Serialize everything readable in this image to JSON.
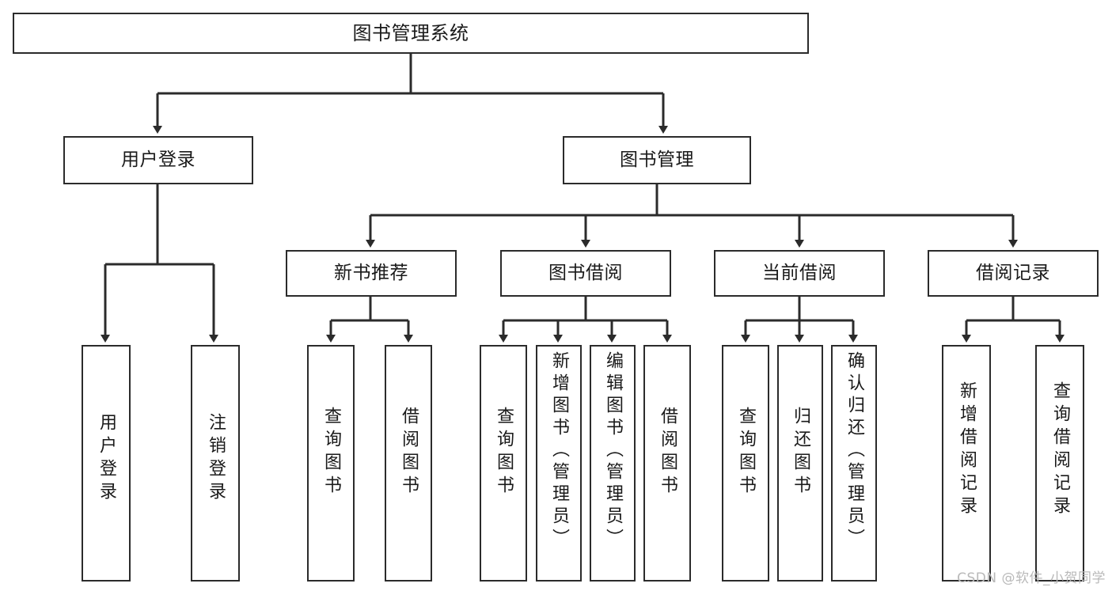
{
  "diagram": {
    "title": "图书管理系统",
    "type": "tree",
    "watermark": "CSDN @软件_小贺同学",
    "line_color": "#2b2b2b",
    "box_fill": "#ffffff",
    "text_color": "#1a1a1a",
    "watermark_color": "#b9b9b9"
  },
  "nodes": {
    "root": {
      "label": "图书管理系统"
    },
    "level2": [
      {
        "label": "用户登录"
      },
      {
        "label": "图书管理"
      }
    ],
    "level3": [
      {
        "label": "新书推荐"
      },
      {
        "label": "图书借阅"
      },
      {
        "label": "当前借阅"
      },
      {
        "label": "借阅记录"
      }
    ],
    "leaves": {
      "user_login": [
        {
          "label": "用户登录"
        },
        {
          "label": "注销登录"
        }
      ],
      "new_book": [
        {
          "label": "查询图书"
        },
        {
          "label": "借阅图书"
        }
      ],
      "book_borrow": [
        {
          "label": "查询图书"
        },
        {
          "label": "新增图书（管理员）"
        },
        {
          "label": "编辑图书（管理员）"
        },
        {
          "label": "借阅图书"
        }
      ],
      "current_borrow": [
        {
          "label": "查询图书"
        },
        {
          "label": "归还图书"
        },
        {
          "label": "确认归还（管理员）"
        }
      ],
      "borrow_record": [
        {
          "label": "新增借阅记录"
        },
        {
          "label": "查询借阅记录"
        }
      ]
    }
  }
}
